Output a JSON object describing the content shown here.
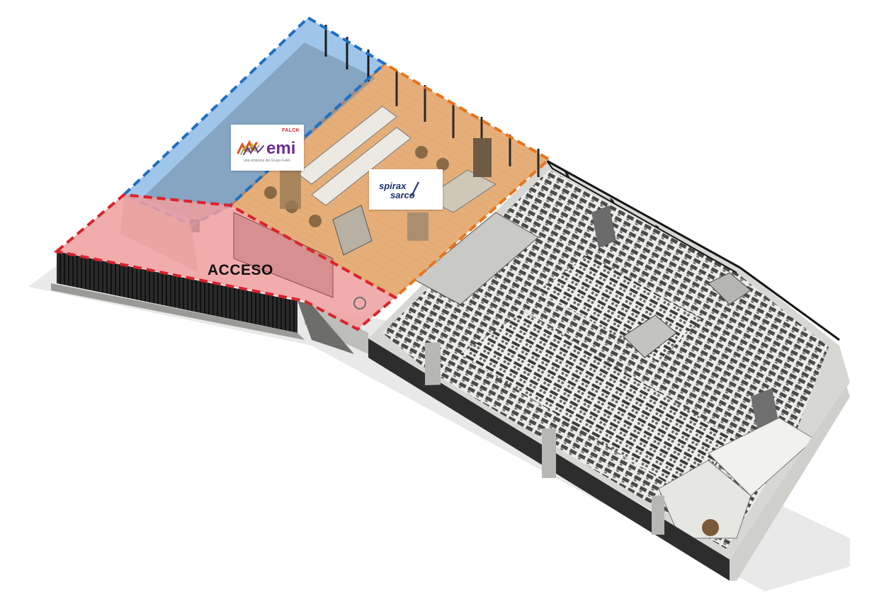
{
  "zones": [
    {
      "id": "emi",
      "color": "#1f6fbf",
      "fill": "#7fb3e6"
    },
    {
      "id": "spirax-sarco",
      "color": "#e8731c",
      "fill": "#f2b37e"
    },
    {
      "id": "acceso",
      "color": "#d9232d",
      "fill": "#ee9a9a"
    }
  ],
  "labels": {
    "acceso": "ACCESO"
  },
  "logos": {
    "falck": "FALCK",
    "emi": "emi",
    "emi_tagline": "una empresa del Grupo Falck",
    "spirax_top": "spirax",
    "spirax_bottom": "sarco"
  },
  "colors": {
    "emi_purple": "#6d2c8e",
    "spirax_navy": "#1e2f6e",
    "falck_red": "#d8232a"
  }
}
